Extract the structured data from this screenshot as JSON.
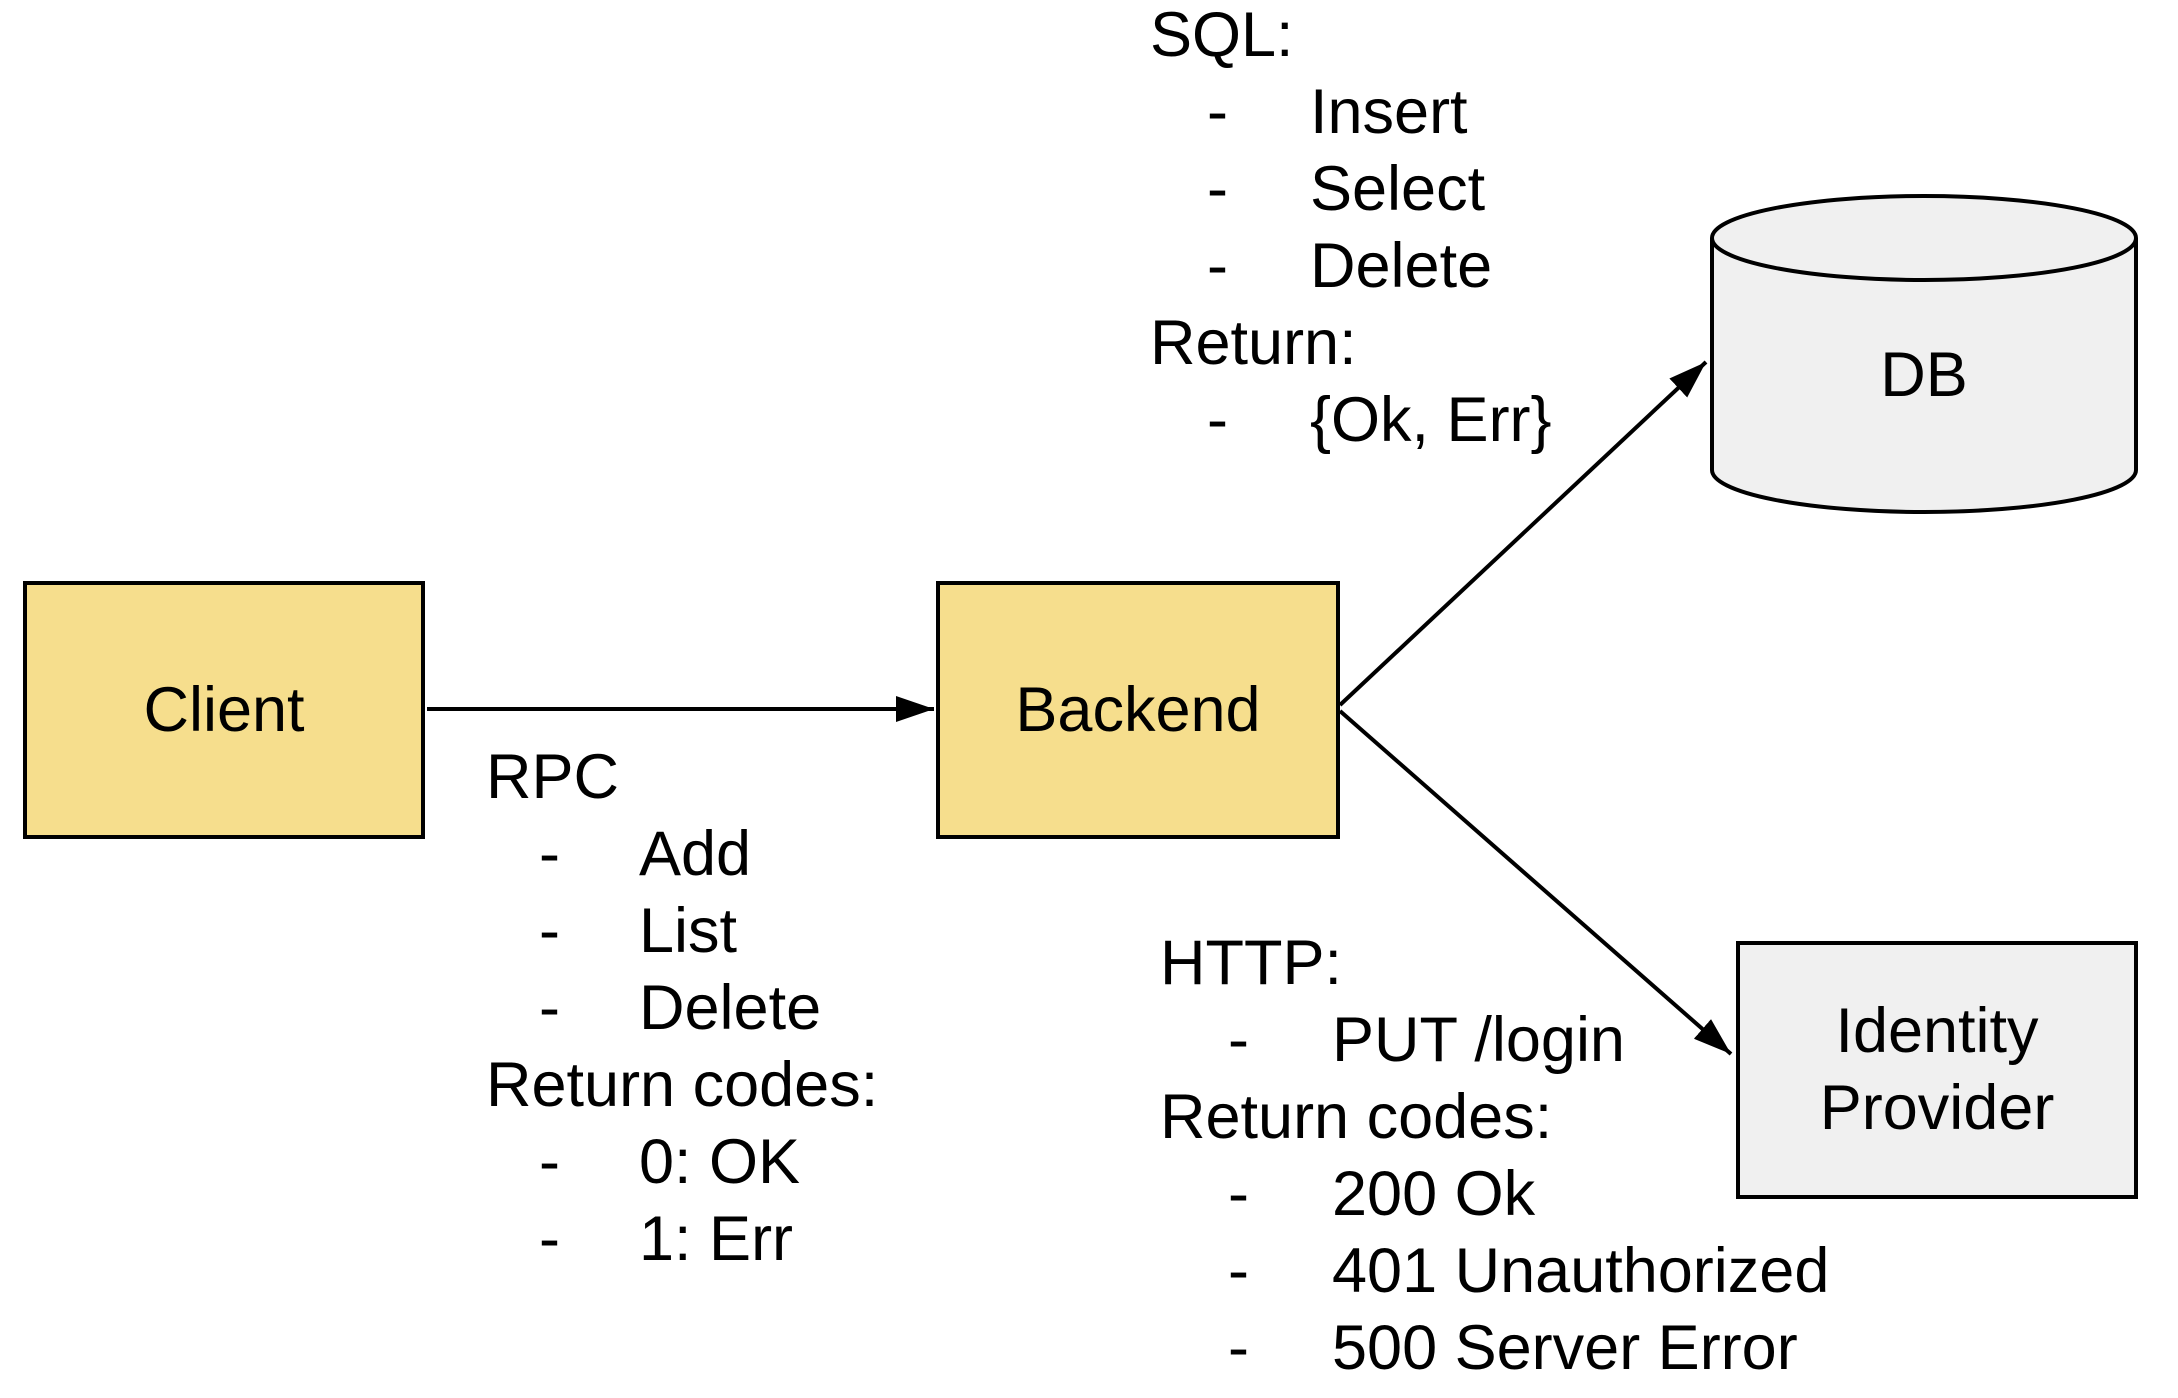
{
  "ui": {
    "bullet": "-"
  },
  "nodes": {
    "client": "Client",
    "backend": "Backend",
    "db": "DB",
    "idp": "Identity Provider"
  },
  "edges": [
    {
      "from": "client",
      "to": "backend",
      "protocol": "rpc"
    },
    {
      "from": "backend",
      "to": "db",
      "protocol": "sql"
    },
    {
      "from": "backend",
      "to": "idp",
      "protocol": "http"
    }
  ],
  "annotations": {
    "sql": {
      "title": "SQL:",
      "items": [
        "Insert",
        "Select",
        "Delete"
      ],
      "return_title": "Return:",
      "return_items": [
        "{Ok, Err}"
      ]
    },
    "rpc": {
      "title": "RPC",
      "items": [
        "Add",
        "List",
        "Delete"
      ],
      "return_title": "Return codes:",
      "return_items": [
        "0: OK",
        "1: Err"
      ]
    },
    "http": {
      "title": "HTTP:",
      "items": [
        "PUT /login"
      ],
      "return_title": "Return codes:",
      "return_items": [
        "200 Ok",
        "401 Unauthorized",
        "500 Server Error"
      ]
    }
  },
  "colors": {
    "node_fill_yellow": "#F6DE8D",
    "node_fill_gray": "#F0F0F0",
    "stroke": "#000000",
    "background": "#FFFFFF"
  }
}
